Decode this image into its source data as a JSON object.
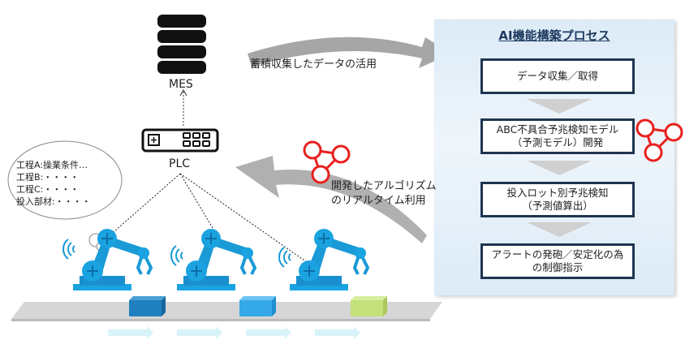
{
  "mes_label": "MES",
  "plc_label": "PLC",
  "upper_arrow_label": "蓄積収集したデータの活用",
  "lower_arrow_label": [
    "開発したアルゴリズム",
    "のリアルタイム利用"
  ],
  "cloud_lines": [
    "工程A:操業条件…",
    "工程B:・・・・",
    "工程C:・・・・",
    "投入部材:・・・・"
  ],
  "process": {
    "title": "AI機能構築プロセス",
    "steps": [
      "データ収集／取得",
      "ABC不具合予兆検知モデル\n（予測モデル）開発",
      "投入ロット別予兆検知\n（予測値算出）",
      "アラートの発砲／安定化の為\nの制御指示"
    ]
  },
  "colors": {
    "robot": "#1a9ad6",
    "accent_red": "#e8201e",
    "step_border": "#1e3550",
    "box1": "#1f7fbf",
    "box2": "#36a9ea",
    "box3": "#c3e07a"
  }
}
